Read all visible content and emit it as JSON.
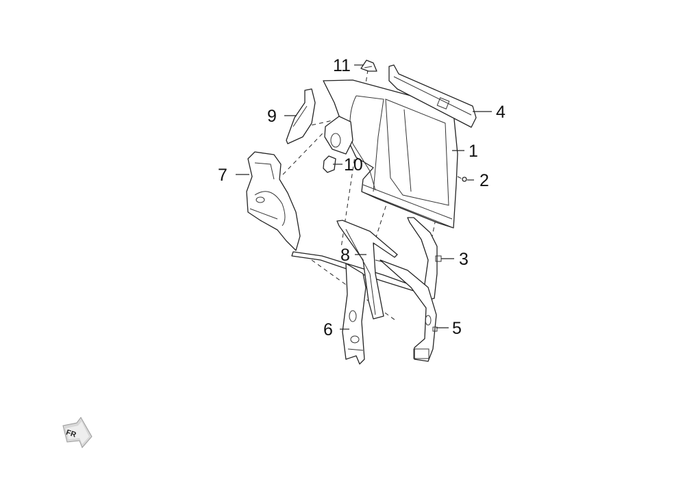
{
  "diagram": {
    "callouts": [
      {
        "id": "1",
        "label": "1"
      },
      {
        "id": "2",
        "label": "2"
      },
      {
        "id": "3",
        "label": "3"
      },
      {
        "id": "4",
        "label": "4"
      },
      {
        "id": "5",
        "label": "5"
      },
      {
        "id": "6",
        "label": "6"
      },
      {
        "id": "7",
        "label": "7"
      },
      {
        "id": "8",
        "label": "8"
      },
      {
        "id": "9",
        "label": "9"
      },
      {
        "id": "10",
        "label": "10"
      },
      {
        "id": "11",
        "label": "11"
      }
    ],
    "direction_arrow": {
      "label": "FR",
      "icon": "front-direction-arrow-icon"
    }
  }
}
